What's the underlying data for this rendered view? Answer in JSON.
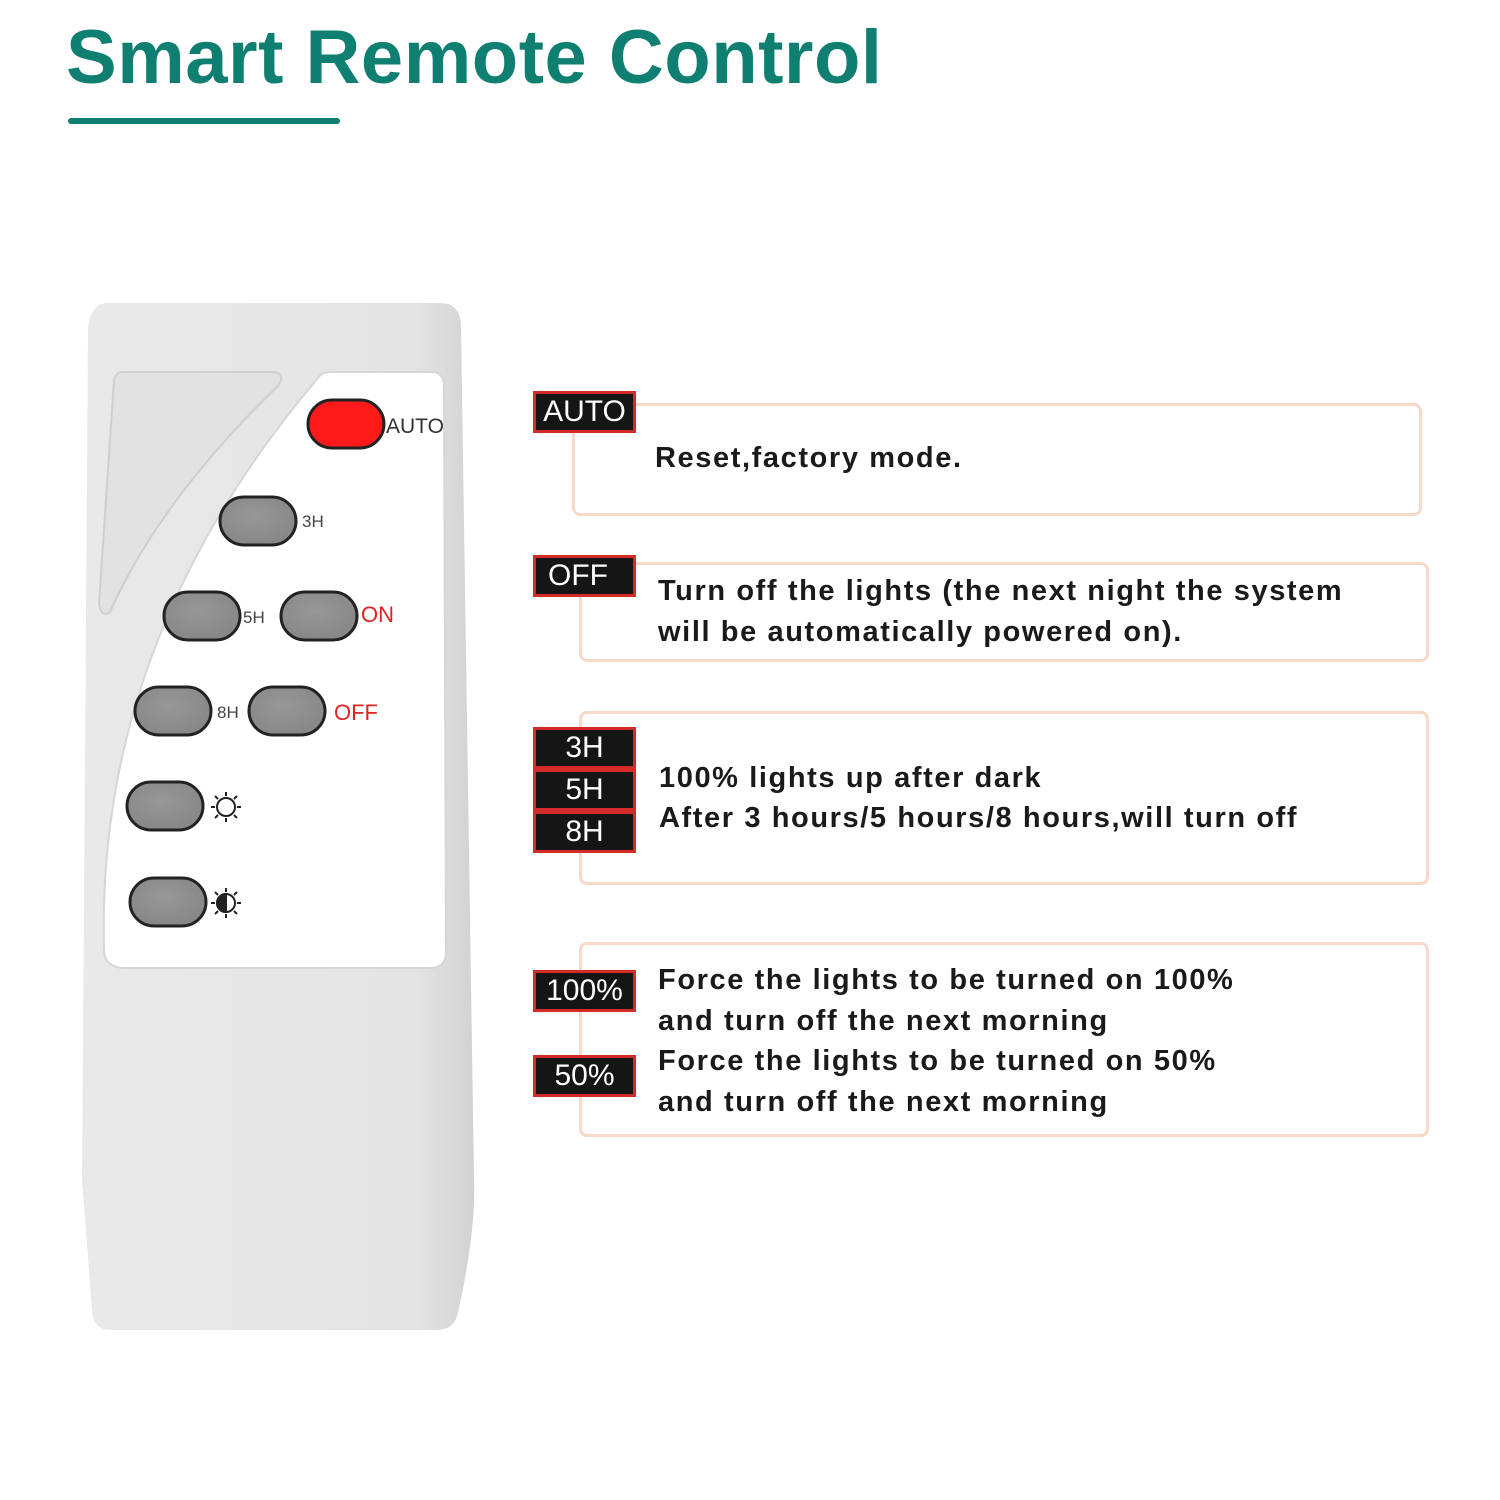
{
  "header": {
    "title": "Smart Remote Control"
  },
  "remote": {
    "buttons": {
      "auto": "AUTO",
      "h3": "3H",
      "h5": "5H",
      "on": "ON",
      "h8": "8H",
      "off": "OFF"
    },
    "icons": [
      "brightness-full-icon",
      "brightness-half-icon"
    ],
    "colors": {
      "body": "#e6e6e6",
      "panel": "#ffffff",
      "button": "#8a8a8a",
      "auto_button": "#ff1a1a",
      "red_label": "#e02323"
    }
  },
  "features": [
    {
      "tags": [
        "AUTO"
      ],
      "lines": [
        "Reset,factory mode."
      ]
    },
    {
      "tags": [
        "OFF"
      ],
      "lines": [
        "Turn off the lights (the next night the system",
        "will be automatically powered on)."
      ]
    },
    {
      "tags": [
        "3H",
        "5H",
        "8H"
      ],
      "lines": [
        "100% lights up after dark",
        "After 3 hours/5 hours/8 hours,will turn off"
      ]
    },
    {
      "tags": [
        "100%",
        "50%"
      ],
      "lines": [
        "Force the lights to be turned on 100%",
        "and turn off the next morning",
        "Force the lights to be turned on 50%",
        "and turn off the next morning"
      ]
    }
  ],
  "colors": {
    "title": "#0e7f70",
    "tag_bg": "#151515",
    "tag_border": "#d42a2a",
    "box_border": "#f8d8c8"
  }
}
